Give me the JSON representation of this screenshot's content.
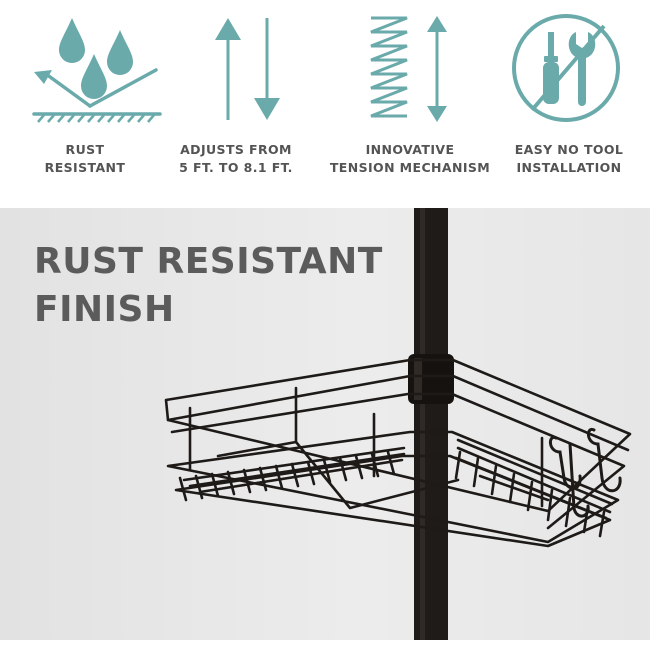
{
  "features": [
    {
      "icon": "rust-resistant-water-drops-icon",
      "line1": "RUST",
      "line2": "RESISTANT"
    },
    {
      "icon": "adjustable-height-arrows-icon",
      "line1": "ADJUSTS FROM",
      "line2": "5 FT. TO 8.1 FT."
    },
    {
      "icon": "tension-spring-icon",
      "line1": "INNOVATIVE",
      "line2": "TENSION MECHANISM"
    },
    {
      "icon": "no-tools-icon",
      "line1": "EASY NO TOOL",
      "line2": "INSTALLATION"
    }
  ],
  "headline": {
    "line1": "RUST RESISTANT",
    "line2": "FINISH"
  },
  "colors": {
    "icon_teal": "#6aaaab",
    "label_gray": "#545454",
    "headline_gray": "#5b5b5b",
    "metal": "#1e1a18",
    "photo_bg": "#e8e8e8"
  }
}
